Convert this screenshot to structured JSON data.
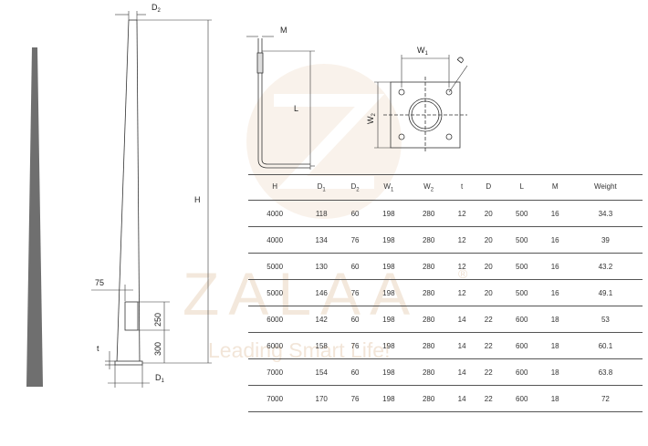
{
  "dimension_labels": {
    "d2_top": "D",
    "d2_top_sub": "2",
    "h": "H",
    "offset_75": "75",
    "dim_250": "250",
    "dim_300": "300",
    "t": "t",
    "d1_bottom": "D",
    "d1_bottom_sub": "1",
    "m": "M",
    "l": "L",
    "w1": "W",
    "w1_sub": "1",
    "w2": "W",
    "w2_sub": "2",
    "d_hole": "D"
  },
  "watermark": {
    "brand": "ZALAA",
    "registered": "®",
    "tagline": "Leading Smart Life!"
  },
  "table": {
    "headers": [
      {
        "text": "H",
        "sub": ""
      },
      {
        "text": "D",
        "sub": "1"
      },
      {
        "text": "D",
        "sub": "2"
      },
      {
        "text": "W",
        "sub": "1"
      },
      {
        "text": "W",
        "sub": "2"
      },
      {
        "text": "t",
        "sub": ""
      },
      {
        "text": "D",
        "sub": ""
      },
      {
        "text": "L",
        "sub": ""
      },
      {
        "text": "M",
        "sub": ""
      },
      {
        "text": "Weight",
        "sub": ""
      }
    ],
    "rows": [
      [
        "4000",
        "118",
        "60",
        "198",
        "280",
        "12",
        "20",
        "500",
        "16",
        "34.3"
      ],
      [
        "4000",
        "134",
        "76",
        "198",
        "280",
        "12",
        "20",
        "500",
        "16",
        "39"
      ],
      [
        "5000",
        "130",
        "60",
        "198",
        "280",
        "12",
        "20",
        "500",
        "16",
        "43.2"
      ],
      [
        "5000",
        "146",
        "76",
        "198",
        "280",
        "12",
        "20",
        "500",
        "16",
        "49.1"
      ],
      [
        "6000",
        "142",
        "60",
        "198",
        "280",
        "14",
        "22",
        "600",
        "18",
        "53"
      ],
      [
        "6000",
        "158",
        "76",
        "198",
        "280",
        "14",
        "22",
        "600",
        "18",
        "60.1"
      ],
      [
        "7000",
        "154",
        "60",
        "198",
        "280",
        "14",
        "22",
        "600",
        "18",
        "63.8"
      ],
      [
        "7000",
        "170",
        "76",
        "198",
        "280",
        "14",
        "22",
        "600",
        "18",
        "72"
      ]
    ]
  }
}
